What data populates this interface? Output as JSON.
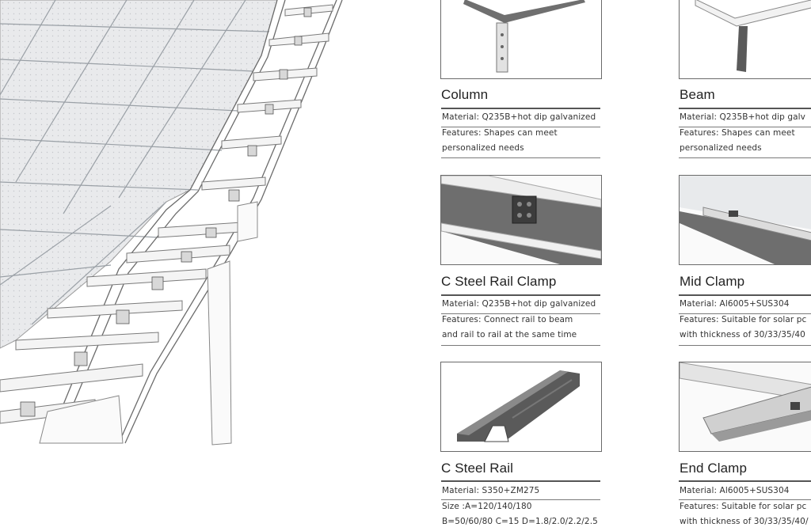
{
  "products": [
    {
      "name": "Column",
      "lines": [
        "Material: Q235B+hot dip galvanized",
        "Features: Shapes can meet",
        "personalized needs"
      ]
    },
    {
      "name": "Beam",
      "lines": [
        "Material: Q235B+hot dip galv",
        "Features: Shapes can meet",
        "personalized needs"
      ]
    },
    {
      "name": "C Steel Rail Clamp",
      "lines": [
        "Material: Q235B+hot dip galvanized",
        "Features: Connect rail to beam",
        "and rail to rail at the same time"
      ]
    },
    {
      "name": "Mid Clamp",
      "lines": [
        "Material: Al6005+SUS304",
        "Features:  Suitable for solar pc",
        "with thickness of  30/33/35/40"
      ]
    },
    {
      "name": "C Steel Rail",
      "lines": [
        "Material:  S350+ZM275",
        "Size :A=120/140/180",
        "B=50/60/80  C=15  D=1.8/2.0/2.2/2.5"
      ]
    },
    {
      "name": "End Clamp",
      "lines": [
        "Material: Al6005+SUS304",
        "Features:  Suitable for solar pc",
        "with thickness of 30/33/35/40/"
      ]
    }
  ]
}
